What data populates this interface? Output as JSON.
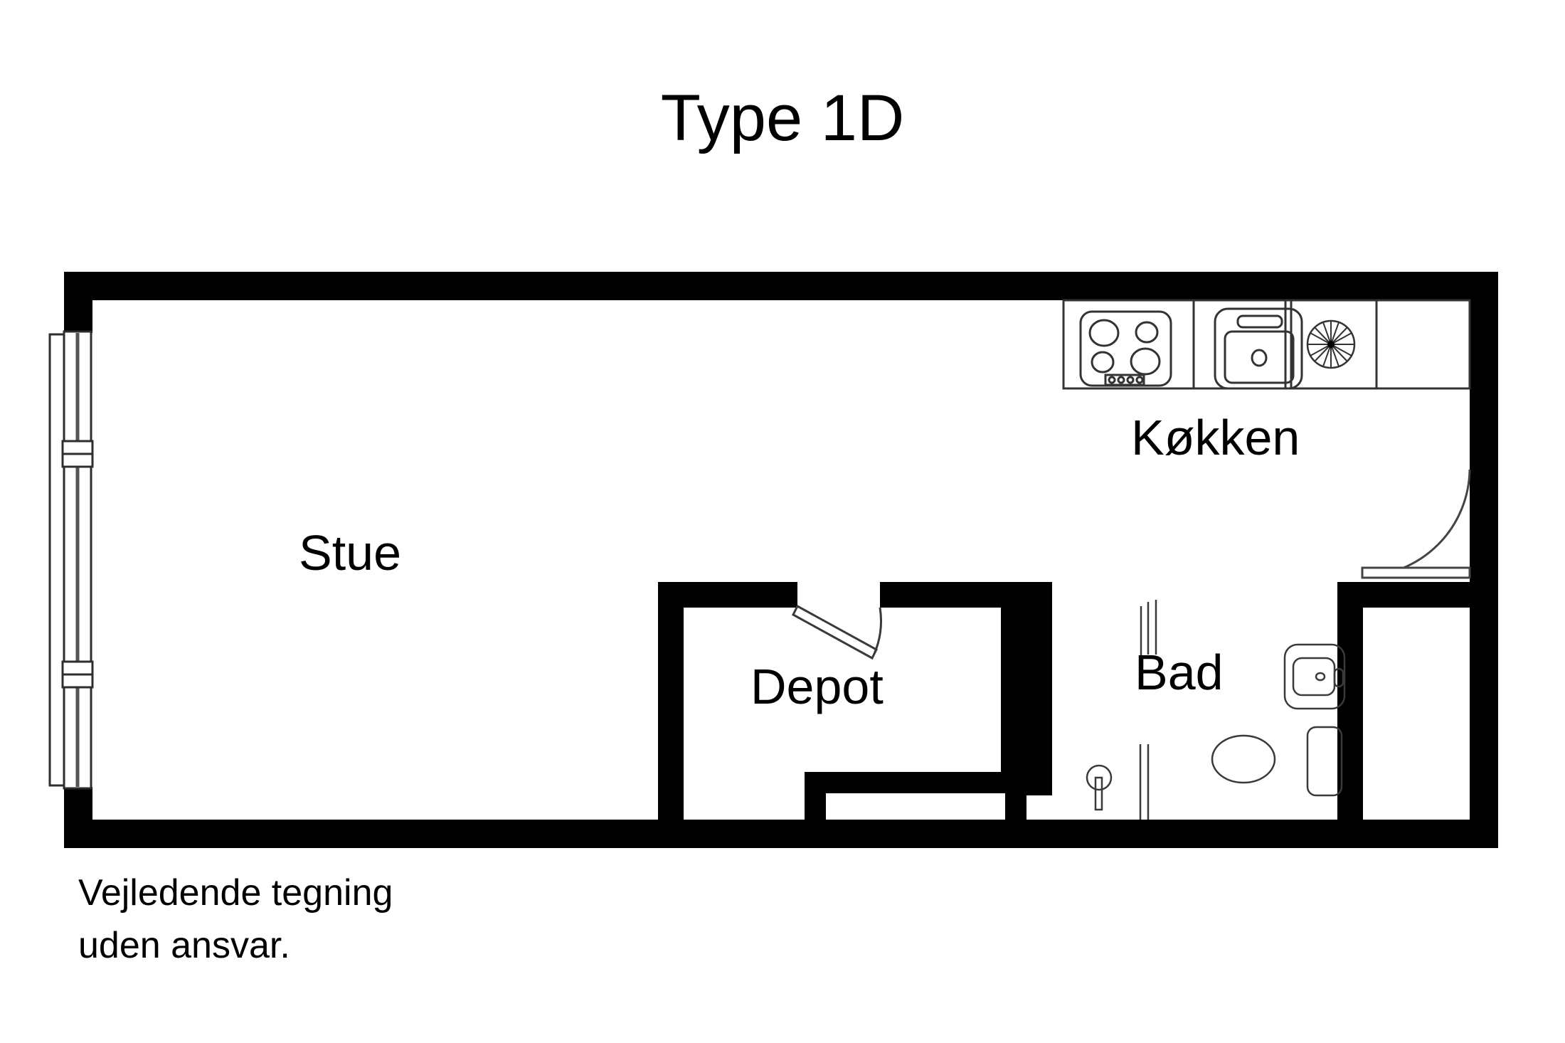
{
  "document": {
    "kind": "floor-plan-drawing",
    "title": "Type 1D",
    "disclaimer": "Vejledende tegning\nuden ansvar.",
    "background_color": "#ffffff",
    "ink_color": "#000000",
    "thin_line_color": "#3a3a3a"
  },
  "rooms": [
    {
      "key": "stue",
      "label": "Stue"
    },
    {
      "key": "kokken",
      "label": "Køkken"
    },
    {
      "key": "depot",
      "label": "Depot"
    },
    {
      "key": "bad",
      "label": "Bad"
    }
  ],
  "fixtures": {
    "cooktop": {
      "name": "cooktop-icon",
      "burners": 4,
      "control_knobs": 4
    },
    "sink": {
      "name": "kitchen-sink-icon",
      "drains": 1
    },
    "kitchen_round_unit": {
      "name": "round-vent-icon",
      "spokes": 18
    },
    "bathroom_sink": {
      "name": "bathroom-sink-icon"
    },
    "toilet": {
      "name": "toilet-icon"
    },
    "bath_cabinet": {
      "name": "bath-cabinet-icon"
    },
    "floor_drain": {
      "name": "floor-drain-icon"
    }
  },
  "openings": {
    "entrance_door": {
      "name": "entrance-door",
      "swing": "quarter-arc"
    },
    "depot_door": {
      "name": "depot-door",
      "swing": "leaf-with-arc"
    },
    "bath_sliding_door": {
      "name": "bath-sliding-door"
    },
    "corridor_sliding_door": {
      "name": "corridor-sliding-door"
    },
    "window_wall": {
      "name": "window-glazing-wall",
      "mullions": 2
    }
  }
}
